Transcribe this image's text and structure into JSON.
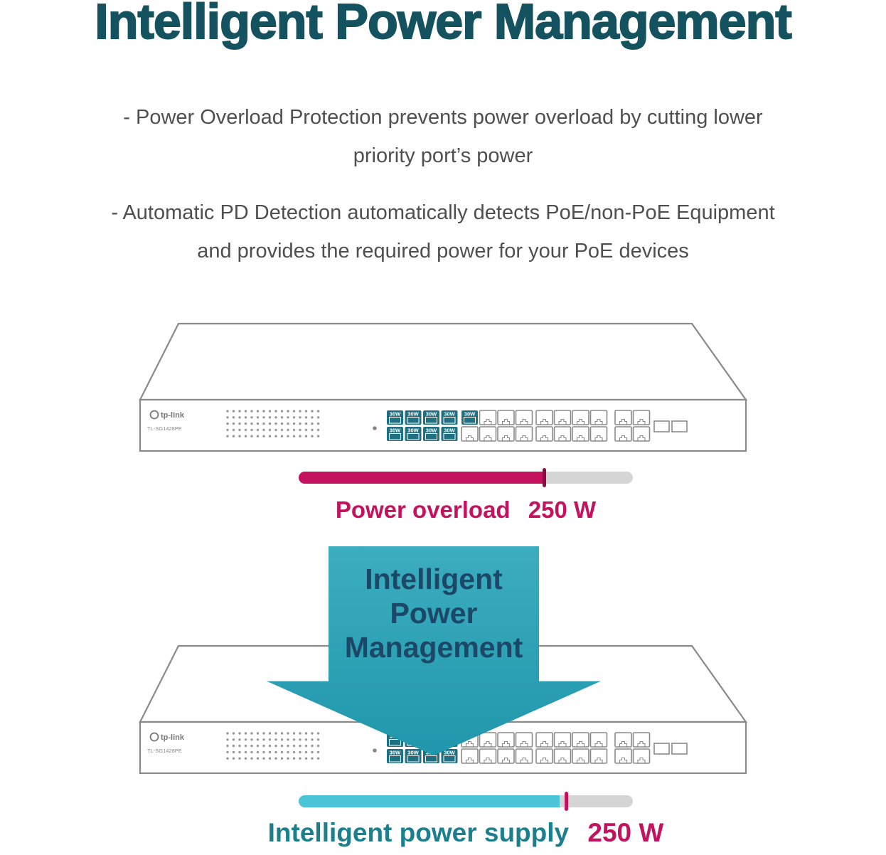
{
  "title": "Intelligent Power Management",
  "bullets": [
    {
      "line1": "- Power Overload Protection prevents power overload by cutting lower",
      "line2": "priority port’s power"
    },
    {
      "line1": "- Automatic PD Detection automatically detects PoE/non-PoE Equipment",
      "line2": "and provides the required power for your PoE devices"
    }
  ],
  "arrow": {
    "lines": [
      "Intelligent",
      "Power",
      "Management"
    ]
  },
  "switches": [
    {
      "logo": "tp-link",
      "model": "TL-SG1428PE",
      "poe_port_label": "30W",
      "highlighted_ports": 9
    },
    {
      "logo": "tp-link",
      "model": "TL-SG1428PE",
      "poe_port_label": "30W",
      "highlighted_ports": 8
    }
  ],
  "bars": [
    {
      "label": "Power overload",
      "value": "250 W",
      "fill_percent": 74,
      "marker_percent": 73.5,
      "fill_color": "#c4125f",
      "marker_color": "#8d0e44",
      "track_color": "#d5d5d5",
      "label_color": "#c4125f",
      "value_color": "#c4125f"
    },
    {
      "label": "Intelligent power supply",
      "value": "250 W",
      "fill_percent": 78,
      "marker_percent": 80,
      "fill_color": "#4cc5d9",
      "marker_color": "#c4125f",
      "track_color": "#d5d5d5",
      "label_color": "#1b7f8e",
      "value_color": "#c4125f"
    }
  ],
  "colors": {
    "title": "#15525f",
    "body_text": "#4f4f4f",
    "crimson": "#c4125f",
    "bar_track": "#d5d5d5",
    "arrow_gradient_top": "#3cadbf",
    "arrow_gradient_bottom": "#2097ac",
    "arrow_text": "#1d4766",
    "port_teal": "#1f7082",
    "outline_gray": "#8a8a8a"
  }
}
